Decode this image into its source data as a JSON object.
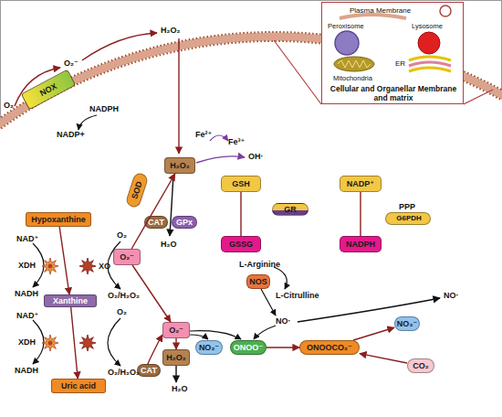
{
  "diagram": {
    "nodes": [
      {
        "text": [
          "Plasma Membrane",
          "Peroxisome",
          "Lysosome",
          "Mitochondria",
          "ER",
          "Cellular and Organellar Membrane and matrix"
        ]
      },
      {
        "text": [
          "NOX"
        ]
      },
      {
        "text": [
          "SOD"
        ]
      },
      {
        "text": [
          "H₂O₂"
        ]
      },
      {
        "text": [
          "CAT"
        ]
      },
      {
        "text": [
          "GPx"
        ]
      },
      {
        "text": [
          "O₂⁻"
        ]
      },
      {
        "text": [
          "GSH"
        ]
      },
      {
        "text": [
          "GSSG"
        ]
      },
      {
        "text": [
          "GR"
        ]
      },
      {
        "text": [
          "NADP⁺"
        ]
      },
      {
        "text": [
          "NADPH"
        ]
      },
      {
        "text": [
          "PPP",
          "G6PDH"
        ]
      },
      {
        "text": [
          "Hypoxanthine"
        ]
      },
      {
        "text": [
          "Xanthine"
        ]
      },
      {
        "text": [
          "Uric acid"
        ]
      },
      {
        "text": [
          "NOS"
        ]
      },
      {
        "text": [
          "O₂⁻"
        ]
      },
      {
        "text": [
          "H₂O₂"
        ]
      },
      {
        "text": [
          "CAT"
        ]
      },
      {
        "text": [
          "NO₂⁻"
        ]
      },
      {
        "text": [
          "ONOO⁻"
        ]
      },
      {
        "text": [
          "ONOOCO₂⁻"
        ]
      },
      {
        "text": [
          "NO₃⁻"
        ]
      },
      {
        "text": [
          "CO₂"
        ]
      }
    ],
    "edges": [
      {
        "from": 6,
        "to": 3,
        "arrow": "to"
      },
      {
        "from": 7,
        "to": 8,
        "arrow": "none"
      },
      {
        "from": 10,
        "to": 11,
        "arrow": "none"
      },
      {
        "from": 13,
        "to": 14,
        "arrow": "to"
      },
      {
        "from": 14,
        "to": 15,
        "arrow": "to"
      },
      {
        "from": 6,
        "to": 17,
        "arrow": "to"
      },
      {
        "from": 17,
        "to": 18,
        "arrow": "to"
      },
      {
        "from": 21,
        "to": 22,
        "arrow": "to"
      },
      {
        "from": 22,
        "to": 23,
        "arrow": "to"
      },
      {
        "from": 24,
        "to": 22,
        "arrow": "to"
      }
    ],
    "labels": [
      "O₂⁻",
      "H₂O₂",
      "O₂",
      "NADPH",
      "NADP+",
      "Fe²⁺",
      "Fe³⁺",
      "OH·",
      "H₂O",
      "NAD⁺",
      "XDH",
      "NADH",
      "O₂",
      "XO",
      "O₂/H₂O₂",
      "NAD⁺",
      "XDH",
      "NADH",
      "O₂",
      "O₂/H₂O₂",
      "L-Arginine",
      "L-Citrulline",
      "NO·",
      "NO·",
      "H₂O"
    ]
  }
}
